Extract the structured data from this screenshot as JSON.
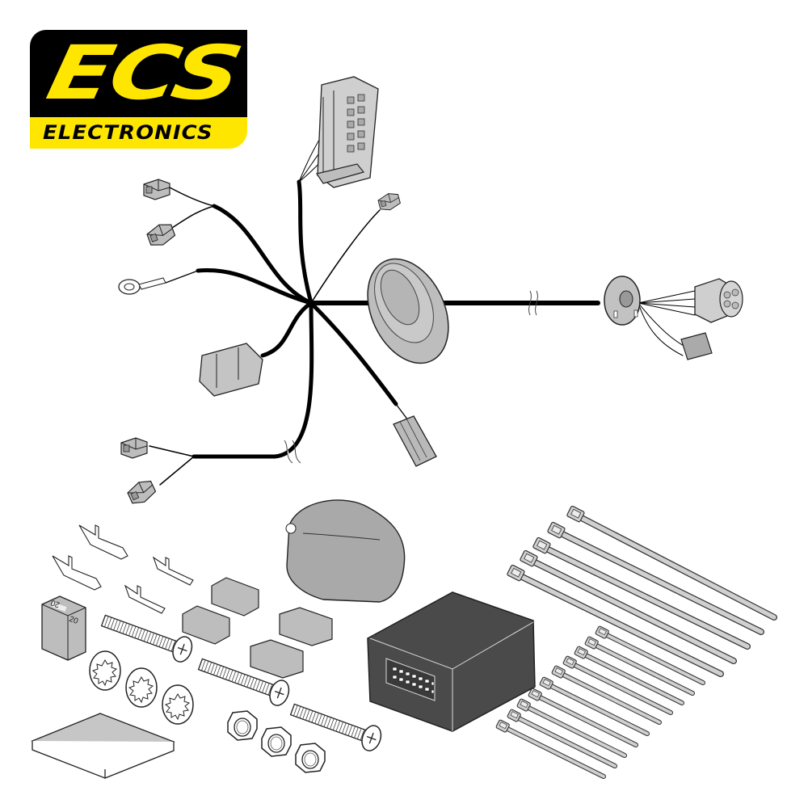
{
  "logo": {
    "mark": "ECS",
    "subtitle": "ELECTRONICS",
    "colors": {
      "background": "#000000",
      "accent": "#ffe600"
    }
  },
  "kit": {
    "harness": {
      "components": [
        "main-vehicle-connector",
        "bulb-connector-pair-upper",
        "ring-earth-terminal",
        "multi-pin-vehicle-connector",
        "bulb-connector-pair-lower",
        "single-connector-top-right",
        "rubber-grommet",
        "flat-4-pin-connector",
        "socket-mounting-plate",
        "round-socket-plug",
        "small-side-connector"
      ]
    },
    "fuse": {
      "rating_top": "20",
      "rating_front": "20"
    },
    "socket_cover": "13-pin-socket",
    "module": {
      "pin_count": 14
    },
    "accessories": {
      "screws": 3,
      "star_washers": 3,
      "nuts": 3,
      "spade_terminals_female": 2,
      "spade_terminals_male": 2,
      "connector_housings": 4,
      "foam_pad": 1,
      "long_cable_ties": 5,
      "short_cable_ties": 10
    },
    "colors": {
      "wire": "#000000",
      "part_fill": "#b9b9b9",
      "module_fill": "#4a4a4a",
      "outline": "#222222"
    }
  }
}
